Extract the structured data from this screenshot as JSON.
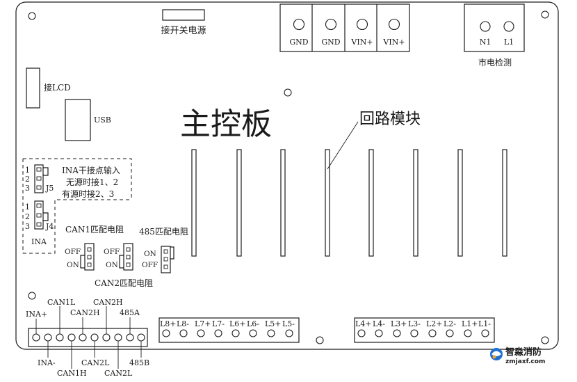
{
  "title": "主控板",
  "loop_module_label": "回路模块",
  "switch_power_label": "接开关电源",
  "lcd_label": "接LCD",
  "usb_label": "USB",
  "top_terminals": [
    "GND",
    "GND",
    "VIN+",
    "VIN+"
  ],
  "mains": {
    "terminals": [
      "N1",
      "L1"
    ],
    "label": "市电检测"
  },
  "ina_box": {
    "title": "INA干接点输入",
    "line2": "无源时接1、2",
    "line3": "有源时接2、3",
    "pin_numbers": [
      "1",
      "2",
      "3"
    ],
    "j5": "J5",
    "j4": "J4",
    "bottom_label": "INA"
  },
  "can1_resistor": {
    "label": "CAN1匹配电阻",
    "off": "OFF",
    "on": "ON"
  },
  "can2_resistor": {
    "label": "CAN2匹配电阻",
    "off": "OFF",
    "on": "ON"
  },
  "rs485_resistor": {
    "label": "485匹配电阻",
    "on": "ON",
    "off": "OFF"
  },
  "bottom_terminal_labels": {
    "top": [
      "INA+",
      "CAN1L",
      "CAN2H",
      "CAN2H",
      "485A"
    ],
    "bottom": [
      "INA-",
      "CAN1H",
      "CAN2L",
      "CAN2L",
      "485B"
    ]
  },
  "loop_terminals_left": [
    "L8+",
    "L8-",
    "L7+",
    "L7-",
    "L6+",
    "L6-",
    "L5+",
    "L5-"
  ],
  "loop_terminals_right": [
    "L4+",
    "L4-",
    "L3+",
    "L3-",
    "L2+",
    "L2-",
    "L1+",
    "L1-"
  ],
  "watermark": {
    "text_cn": "智淼消防",
    "text_url": "zmjaxf.com",
    "color": "#1f6fd1"
  }
}
